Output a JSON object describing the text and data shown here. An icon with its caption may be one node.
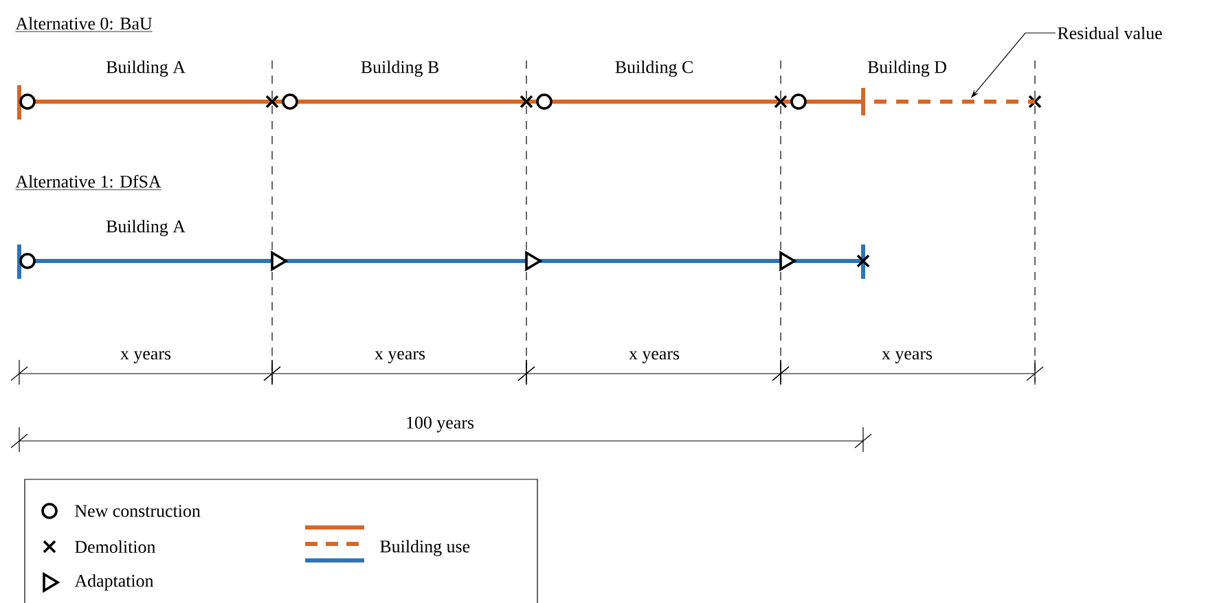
{
  "diagram": {
    "nodes": [
      {
        "text": [
          "Residual value"
        ]
      },
      {
        "text": [],
        "shape": "bar"
      }
    ],
    "edges": [
      {
        "from": 0,
        "to": 1,
        "arrow": "to"
      }
    ],
    "labels": [
      "Alternative 0: BaU",
      "Building A",
      "Building B",
      "Building C",
      "Building D",
      "Alternative 1: DfSA",
      "Building A",
      "x years",
      "x years",
      "x years",
      "x years",
      "100 years"
    ],
    "legend": [
      {
        "text": "New construction"
      },
      {
        "text": "Demolition"
      },
      {
        "text": "Adaptation"
      },
      {
        "text": "Building use"
      }
    ]
  }
}
